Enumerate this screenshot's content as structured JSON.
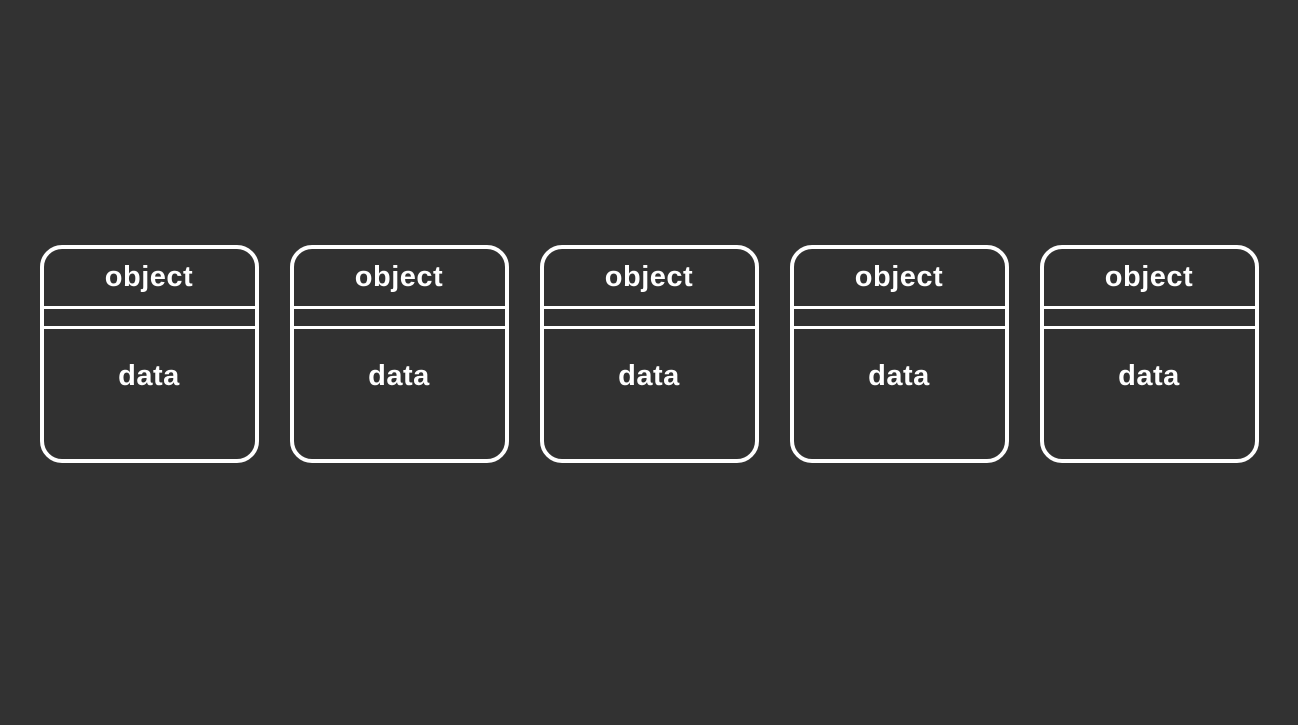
{
  "diagram": {
    "description": "row of five identical object boxes, each split into a header and a body",
    "colors": {
      "background": "#323232",
      "card_fill": "#313131",
      "stroke": "#ffffff",
      "text": "#ffffff"
    },
    "cards": [
      {
        "title": "object",
        "body": "data"
      },
      {
        "title": "object",
        "body": "data"
      },
      {
        "title": "object",
        "body": "data"
      },
      {
        "title": "object",
        "body": "data"
      },
      {
        "title": "object",
        "body": "data"
      }
    ]
  }
}
